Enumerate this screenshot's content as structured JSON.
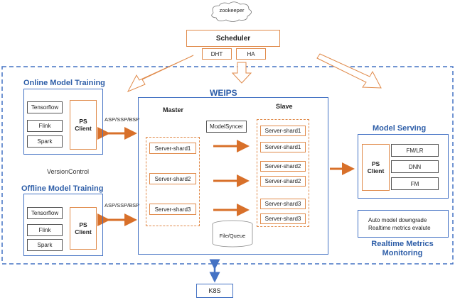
{
  "top": {
    "zookeeper": "zookeeper",
    "scheduler": "Scheduler",
    "dht": "DHT",
    "ha": "HA"
  },
  "online": {
    "title": "Online Model Training",
    "frameworks": [
      "Tensorflow",
      "Flink",
      "Spark"
    ],
    "ps_client": "PS Client",
    "protocol": "ASP/SSP/BSP"
  },
  "version_control": "VersionControl",
  "offline": {
    "title": "Offline Model Training",
    "frameworks": [
      "Tensorflow",
      "Flink",
      "Spark"
    ],
    "ps_client": "PS Client",
    "protocol": "ASP/SSP/BSP"
  },
  "weips": {
    "title": "WEIPS",
    "master": "Master",
    "slave": "Slave",
    "model_syncer": "ModelSyncer",
    "master_shards": [
      "Server-shard1",
      "Server-shard2",
      "Server-shard3"
    ],
    "slave_shards": [
      "Server-shard1",
      "Server-shard1",
      "Server-shard2",
      "Server-shard2",
      "Server-shard3",
      "Server-shard3"
    ],
    "file_queue": "File/Queue"
  },
  "serving": {
    "title": "Model Serving",
    "ps_client": "PS Client",
    "models": [
      "FM/LR",
      "DNN",
      "FM"
    ]
  },
  "monitoring": {
    "line1": "Auto model  downgrade",
    "line2": "Realtime metrics evalute",
    "title_line1": "Realtime Metrics",
    "title_line2": "Monitoring"
  },
  "k8s": "K8S",
  "colors": {
    "blue": "#4472c4",
    "orange": "#e08a4a",
    "arrow_orange": "#d8702a"
  }
}
